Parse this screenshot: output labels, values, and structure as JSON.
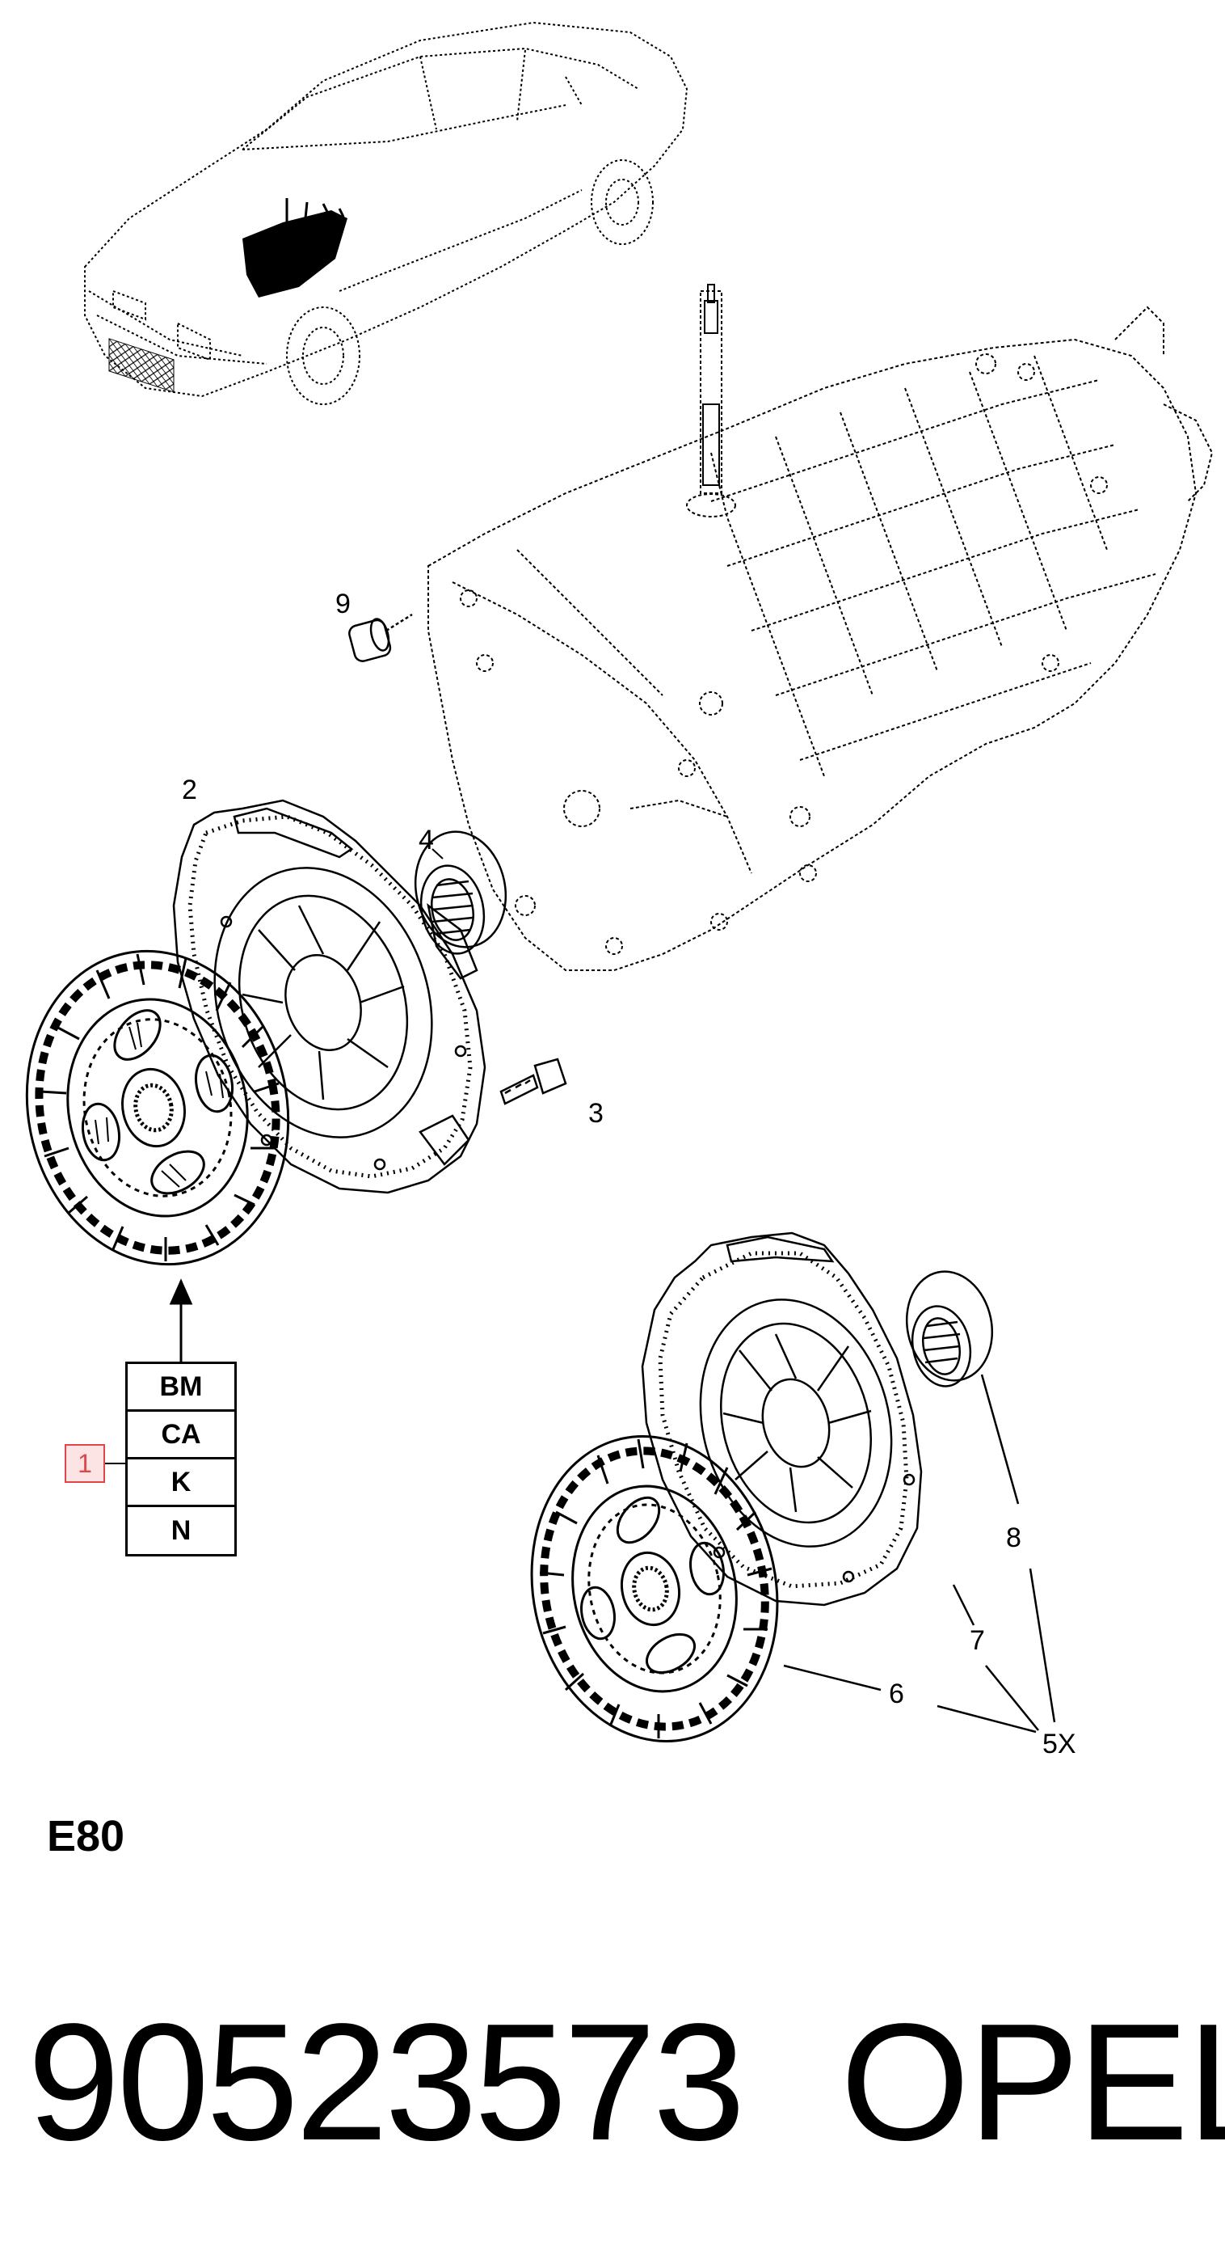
{
  "callouts": {
    "c2": "2",
    "c3": "3",
    "c4": "4",
    "c5x": "5X",
    "c6": "6",
    "c7": "7",
    "c8": "8",
    "c9": "9"
  },
  "variant_codes": [
    "BM",
    "CA",
    "K",
    "N"
  ],
  "item_one": "1",
  "group_code": "E80",
  "part_number": "90523573",
  "brand": "OPEL",
  "colors": {
    "line": "#000000",
    "highlight_border": "#e0474c",
    "highlight_fill": "#fde4e4"
  }
}
